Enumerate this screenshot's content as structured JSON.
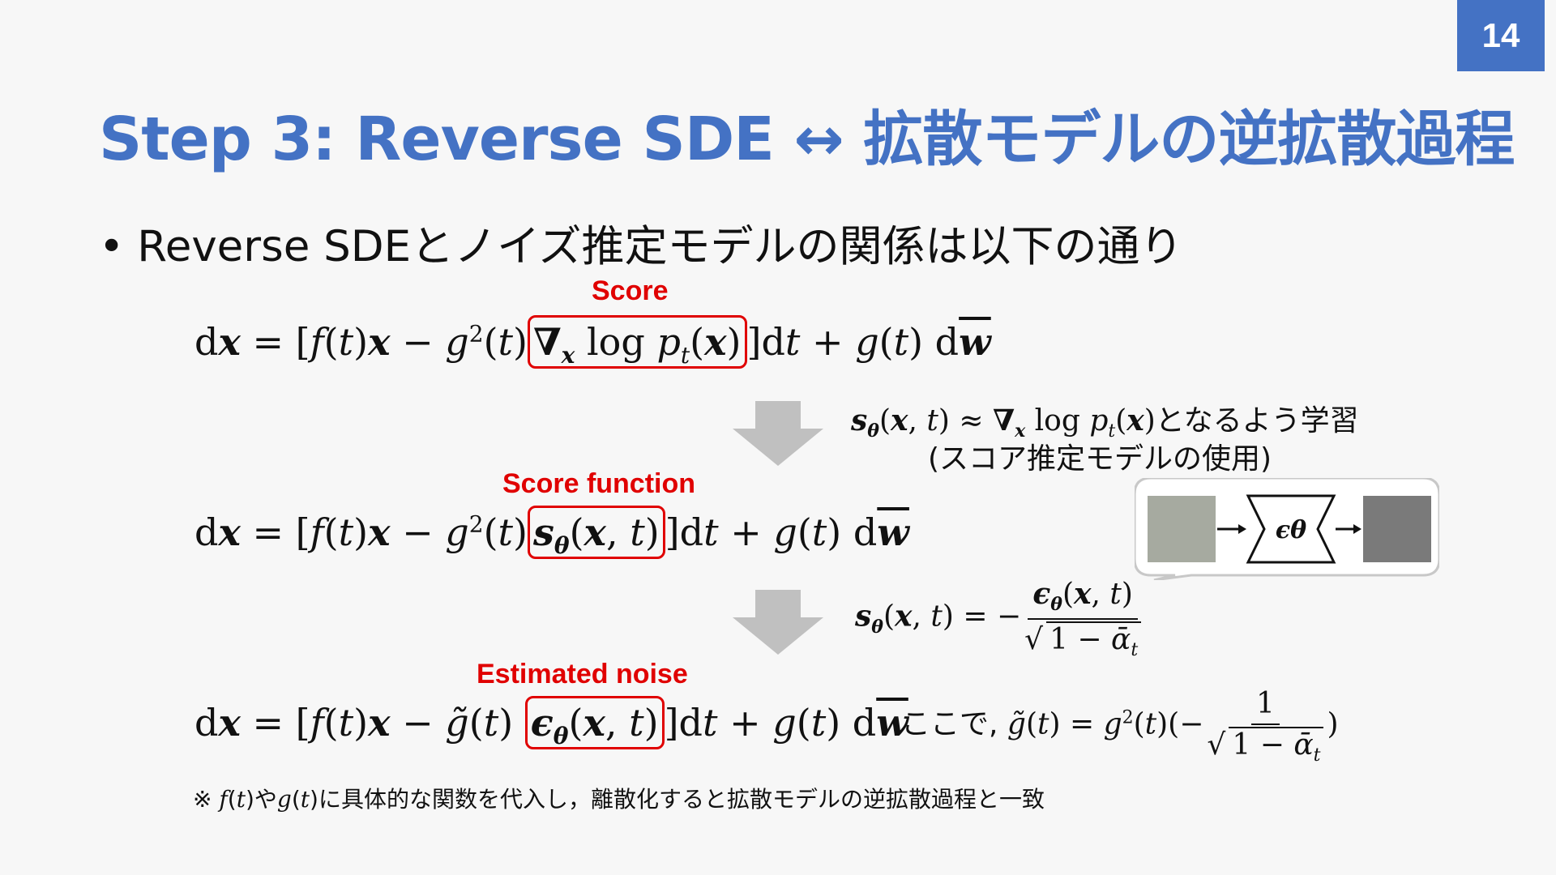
{
  "slide_number": "14",
  "title": "Step 3: Reverse SDE ↔ 拡散モデルの逆拡散過程",
  "bullet": "Reverse SDEとノイズ推定モデルの関係は以下の通り",
  "labels": {
    "score": "Score",
    "score_function": "Score function",
    "estimated_noise": "Estimated noise"
  },
  "equation1": {
    "prefix": "]dt + g(t) dw",
    "boxed": "∇x log pt(x)"
  },
  "equation2": {
    "boxed": "sθ(x, t)"
  },
  "equation3": {
    "boxed": "ϵθ(x, t)",
    "where_label": "ここで,"
  },
  "note1": {
    "line1_suffix": "となるよう学習",
    "line2": "(スコア推定モデルの使用)"
  },
  "note2": {
    "numerator": "ϵθ(x, t)"
  },
  "diagram": {
    "model_label": "ϵθ"
  },
  "footnote": {
    "prefix": "※",
    "part1": "や",
    "part2": "に具体的な関数を代入し，離散化すると拡散モデルの逆拡散過程と一致"
  },
  "colors": {
    "accent": "#4472c4",
    "highlight": "#e00000",
    "arrow": "#c0c0c0"
  }
}
